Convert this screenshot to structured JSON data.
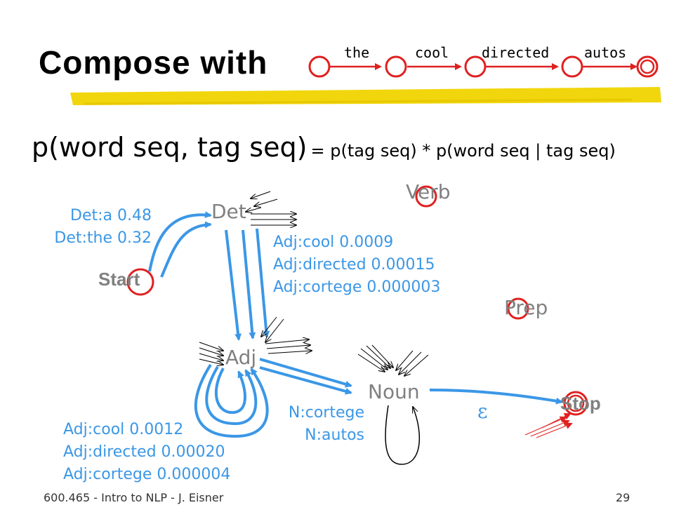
{
  "title": "Compose with",
  "fsa_words": [
    "the",
    "cool",
    "directed",
    "autos"
  ],
  "formula": {
    "left": "p(word seq, tag seq)",
    "right": "= p(tag seq) * p(word seq | tag seq)"
  },
  "states": {
    "det": "Det",
    "adj": "Adj",
    "noun": "Noun",
    "verb": "Verb",
    "prep": "Prep",
    "start": "Start",
    "stop": "Stop"
  },
  "start_det_arcs": [
    "Det:a 0.48",
    "Det:the 0.32"
  ],
  "det_adj_arcs": [
    "Adj:cool 0.0009",
    "Adj:directed 0.00015",
    "Adj:cortege 0.000003"
  ],
  "adj_adj_arcs": [
    "Adj:cool 0.0012",
    "Adj:directed 0.00020",
    "Adj:cortege 0.000004"
  ],
  "adj_noun_arcs": [
    "N:cortege",
    "N:autos"
  ],
  "epsilon": "ε",
  "footer": {
    "course": "600.465 - Intro to NLP - J. Eisner",
    "page": "29"
  },
  "colors": {
    "arc_blue": "#3b97e6",
    "state_red": "#e02020",
    "highlight_yellow": "#f0d400"
  }
}
